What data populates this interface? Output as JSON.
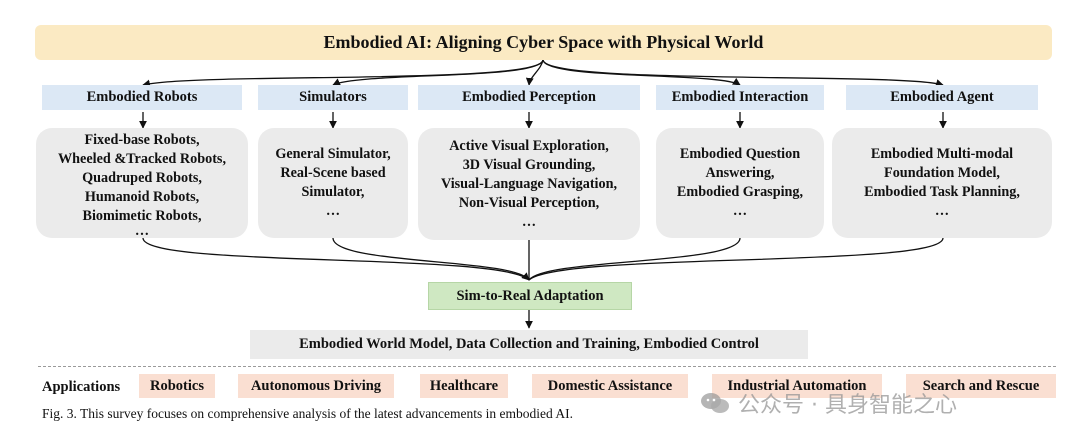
{
  "title": "Embodied AI: Aligning Cyber Space with Physical World",
  "columns": [
    {
      "heading": "Embodied Robots",
      "items": [
        "Fixed-base Robots,",
        "Wheeled &Tracked Robots,",
        "Quadruped Robots,",
        "Humanoid Robots,",
        "Biomimetic Robots,",
        "…"
      ]
    },
    {
      "heading": "Simulators",
      "items": [
        "General Simulator,",
        "Real-Scene based",
        "Simulator,",
        "…"
      ]
    },
    {
      "heading": "Embodied Perception",
      "items": [
        "Active Visual Exploration,",
        "3D Visual Grounding,",
        "Visual-Language Navigation,",
        "Non-Visual Perception,",
        "…"
      ]
    },
    {
      "heading": "Embodied Interaction",
      "items": [
        "Embodied Question",
        "Answering,",
        "Embodied Grasping,",
        "…"
      ]
    },
    {
      "heading": "Embodied Agent",
      "items": [
        "Embodied Multi-modal",
        "Foundation Model,",
        "Embodied Task Planning,",
        "…"
      ]
    }
  ],
  "adaptation": "Sim-to-Real Adaptation",
  "foundation": "Embodied World Model, Data Collection and Training, Embodied Control",
  "applications": {
    "label": "Applications",
    "items": [
      "Robotics",
      "Autonomous Driving",
      "Healthcare",
      "Domestic Assistance",
      "Industrial Automation",
      "Search and Rescue"
    ]
  },
  "caption": "Fig. 3.  This survey focuses on comprehensive analysis of the latest advancements in embodied AI.",
  "watermark": "公众号 · 具身智能之心",
  "colors": {
    "title_bg": "#fbeac3",
    "heading_bg": "#dce8f5",
    "card_bg": "#ebebeb",
    "adaptation_bg": "#cfe8c2",
    "application_bg": "#fadfd2"
  }
}
